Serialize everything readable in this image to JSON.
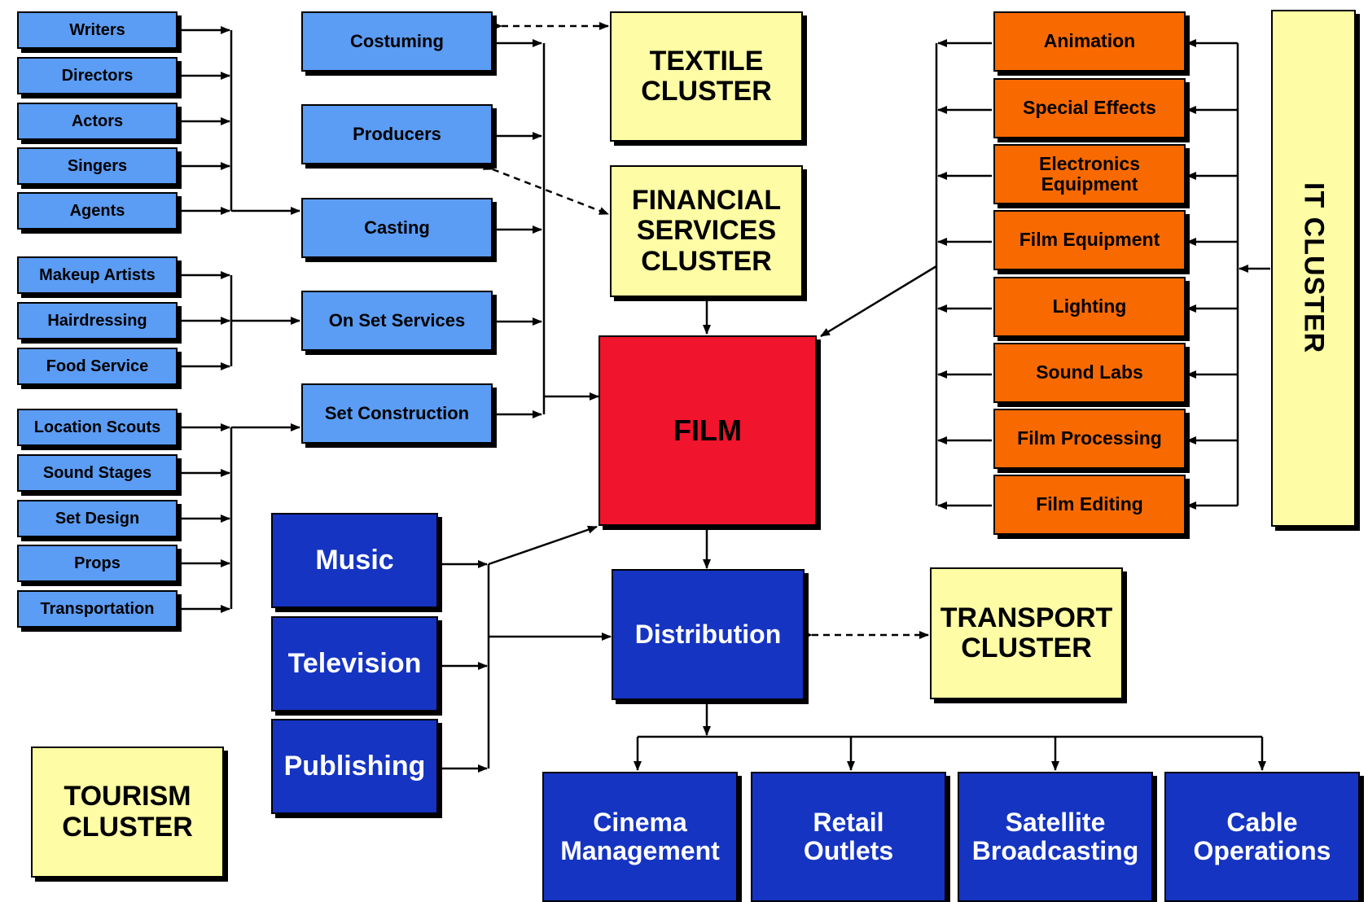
{
  "left_group_1": [
    "Writers",
    "Directors",
    "Actors",
    "Singers",
    "Agents"
  ],
  "left_group_2": [
    "Makeup Artists",
    "Hairdressing",
    "Food Service"
  ],
  "left_group_3": [
    "Location Scouts",
    "Sound Stages",
    "Set Design",
    "Props",
    "Transportation"
  ],
  "middle": [
    "Costuming",
    "Producers",
    "Casting",
    "On Set Services",
    "Set Construction"
  ],
  "media": [
    "Music",
    "Television",
    "Publishing"
  ],
  "clusters": {
    "textile": "TEXTILE CLUSTER",
    "financial": "FINANCIAL SERVICES CLUSTER",
    "transport": "TRANSPORT CLUSTER",
    "tourism": "TOURISM CLUSTER",
    "it": "IT CLUSTER"
  },
  "film": "FILM",
  "distribution": "Distribution",
  "outlets": [
    "Cinema Management",
    "Retail Outlets",
    "Satellite Broadcasting",
    "Cable Operations"
  ],
  "tech": [
    "Animation",
    "Special Effects",
    "Electronics Equipment",
    "Film Equipment",
    "Lighting",
    "Sound Labs",
    "Film Processing",
    "Film Editing"
  ]
}
